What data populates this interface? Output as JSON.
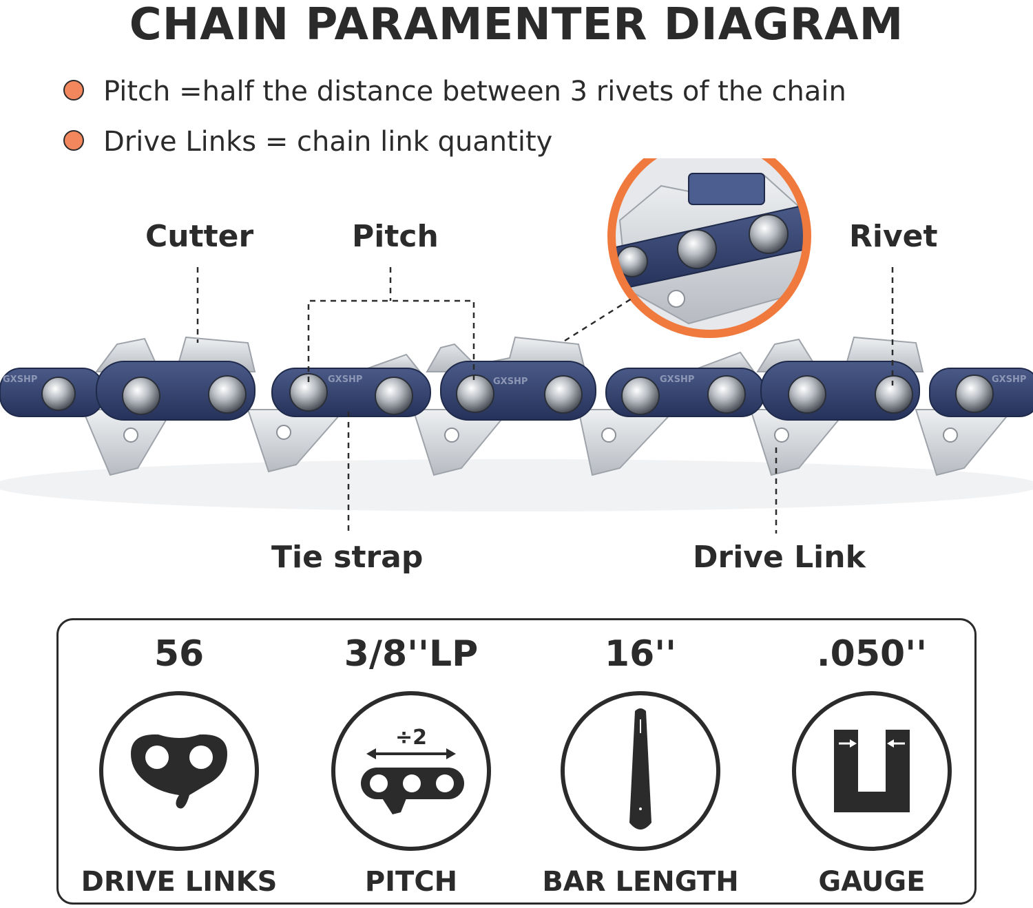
{
  "title": "CHAIN PARAMENTER DIAGRAM",
  "bullets": [
    "Pitch =half the distance between 3 rivets of the chain",
    "Drive Links = chain link quantity"
  ],
  "labels": {
    "cutter": "Cutter",
    "pitch": "Pitch",
    "rivet": "Rivet",
    "tie_strap": "Tie strap",
    "drive_link": "Drive Link"
  },
  "link_stamp": "GXSHP",
  "colors": {
    "accent": "#f2875d",
    "ring": "#f07a3e",
    "ink": "#2b2b2b",
    "chain_blue": "#33436e",
    "steel": "#d3d6da"
  },
  "specs": [
    {
      "value": "56",
      "label": "DRIVE LINKS",
      "icon": "drive-link-icon"
    },
    {
      "value": "3/8''LP",
      "label": "PITCH",
      "icon": "pitch-icon",
      "icon_text": "÷2"
    },
    {
      "value": "16''",
      "label": "BAR LENGTH",
      "icon": "guide-bar-icon"
    },
    {
      "value": ".050''",
      "label": "GAUGE",
      "icon": "gauge-icon"
    }
  ]
}
